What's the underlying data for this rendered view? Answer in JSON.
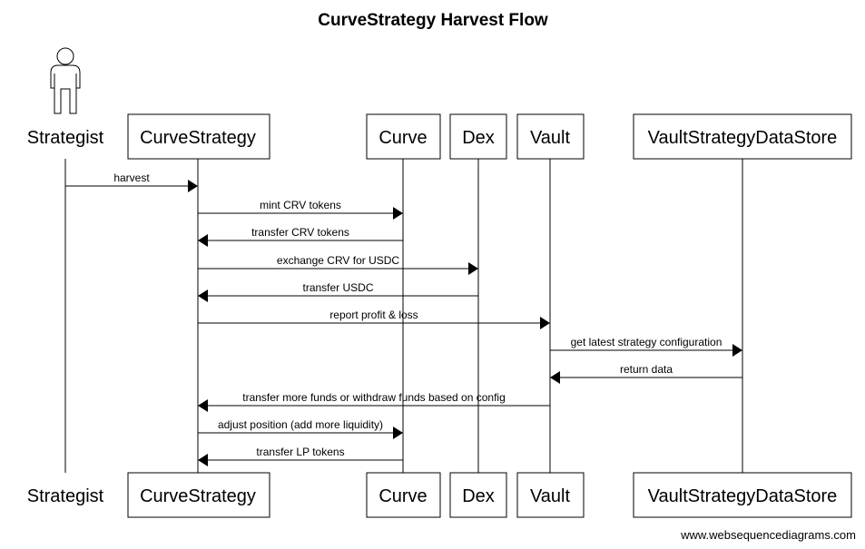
{
  "title": "CurveStrategy Harvest Flow",
  "participants": [
    {
      "id": "strategist",
      "name": "Strategist",
      "kind": "actor"
    },
    {
      "id": "curvestrategy",
      "name": "CurveStrategy",
      "kind": "box"
    },
    {
      "id": "curve",
      "name": "Curve",
      "kind": "box"
    },
    {
      "id": "dex",
      "name": "Dex",
      "kind": "box"
    },
    {
      "id": "vault",
      "name": "Vault",
      "kind": "box"
    },
    {
      "id": "datastore",
      "name": "VaultStrategyDataStore",
      "kind": "box"
    }
  ],
  "messages": [
    {
      "from": "strategist",
      "to": "curvestrategy",
      "label": "harvest"
    },
    {
      "from": "curvestrategy",
      "to": "curve",
      "label": "mint CRV tokens"
    },
    {
      "from": "curve",
      "to": "curvestrategy",
      "label": "transfer CRV tokens"
    },
    {
      "from": "curvestrategy",
      "to": "dex",
      "label": "exchange CRV for USDC"
    },
    {
      "from": "dex",
      "to": "curvestrategy",
      "label": "transfer USDC"
    },
    {
      "from": "curvestrategy",
      "to": "vault",
      "label": "report profit & loss"
    },
    {
      "from": "vault",
      "to": "datastore",
      "label": "get latest strategy configuration"
    },
    {
      "from": "datastore",
      "to": "vault",
      "label": "return data"
    },
    {
      "from": "vault",
      "to": "curvestrategy",
      "label": "transfer more funds or withdraw funds based on config"
    },
    {
      "from": "curvestrategy",
      "to": "curve",
      "label": "adjust position (add more liquidity)"
    },
    {
      "from": "curve",
      "to": "curvestrategy",
      "label": "transfer LP tokens"
    }
  ],
  "credit": "www.websequencediagrams.com",
  "colors": {
    "line": "#000000",
    "background": "#ffffff"
  },
  "icons": {
    "actor": "stick-figure-person-icon"
  }
}
